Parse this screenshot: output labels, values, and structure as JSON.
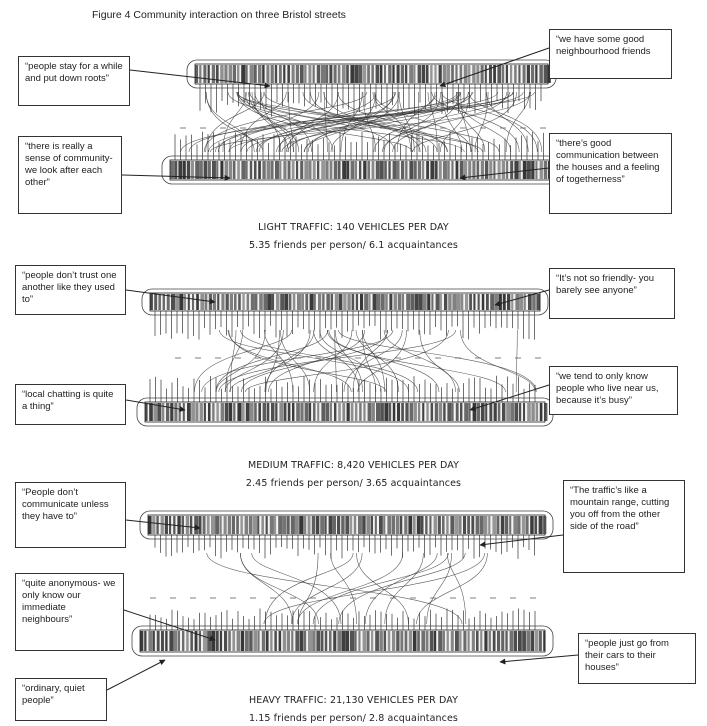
{
  "figure_title": "Figure 4 Community interaction on three Bristol streets",
  "panels": [
    {
      "name": "light",
      "caption_traffic": "LIGHT TRAFFIC: 140 VEHICLES PER DAY",
      "caption_stats": "5.35 friends per person/ 6.1 acquaintances",
      "quotes": [
        "“people stay for a while and put down roots”",
        "“we have some good neighbourhood friends",
        "“there is really a sense of community- we look after each other”",
        "“there’s good communication between the houses and a feeling of togetherness”"
      ]
    },
    {
      "name": "medium",
      "caption_traffic": "MEDIUM TRAFFIC: 8,420 VEHICLES PER DAY",
      "caption_stats": "2.45 friends per person/ 3.65 acquaintances",
      "quotes": [
        "“people don’t trust one another like they used to”",
        "“It’s not so friendly- you barely see anyone”",
        "“local chatting is quite a thing”",
        "“we tend to only know people who live near us, because it’s busy”"
      ]
    },
    {
      "name": "heavy",
      "caption_traffic": "HEAVY TRAFFIC: 21,130 VEHICLES PER DAY",
      "caption_stats": "1.15 friends per person/ 2.8 acquaintances",
      "quotes": [
        "“People don’t communicate unless they have to”",
        "“The traffic’s like a mountain range, cutting you off from the other side of the road”",
        "“quite anonymous- we only know our immediate neighbours”",
        "“people just go from their cars to their houses”",
        "“ordinary, quiet people”"
      ]
    }
  ]
}
